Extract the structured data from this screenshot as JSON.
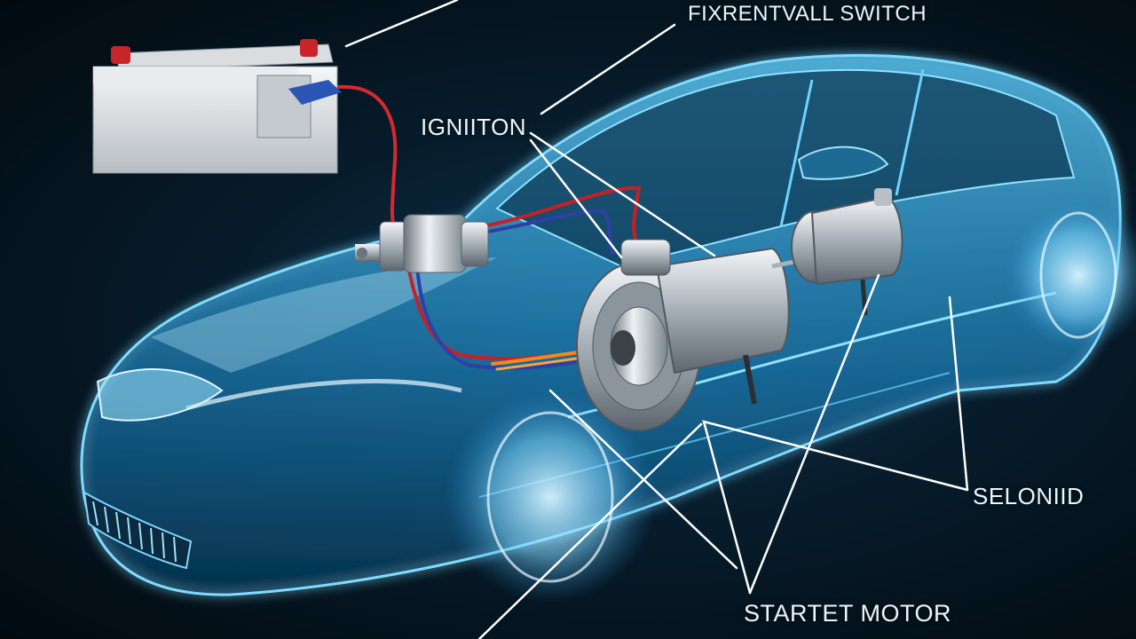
{
  "labels": {
    "firewall_switch": "FIXRENTVALL SWITCH",
    "ignition": "IGNIITON",
    "solenoid": "SELONIID",
    "starter_motor": "STARTET MOTOR"
  },
  "colors": {
    "car_glow": "#3fc6ff",
    "wire_red": "#d8282e",
    "wire_blue": "#2f3fa8",
    "wire_orange": "#f08a20",
    "leader_line": "#ffffff",
    "background": "#04121c"
  },
  "icons": [
    "battery-icon",
    "ignition-switch-icon",
    "solenoid-icon",
    "starter-motor-icon"
  ]
}
